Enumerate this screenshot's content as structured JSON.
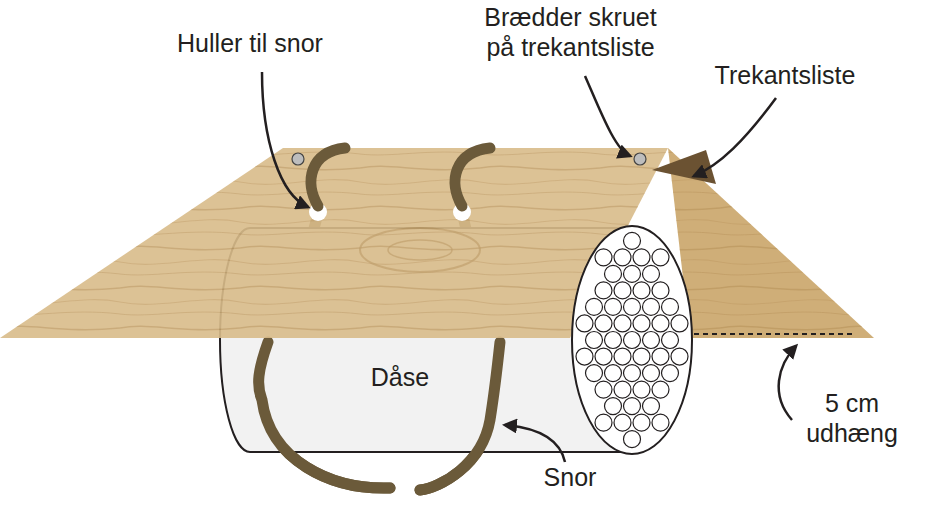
{
  "diagram": {
    "labels": [
      "Huller til snor",
      "Brædder skruet på trekantsliste",
      "Trekantsliste",
      "Dåse",
      "5 cm udhæng",
      "Snor"
    ]
  }
}
